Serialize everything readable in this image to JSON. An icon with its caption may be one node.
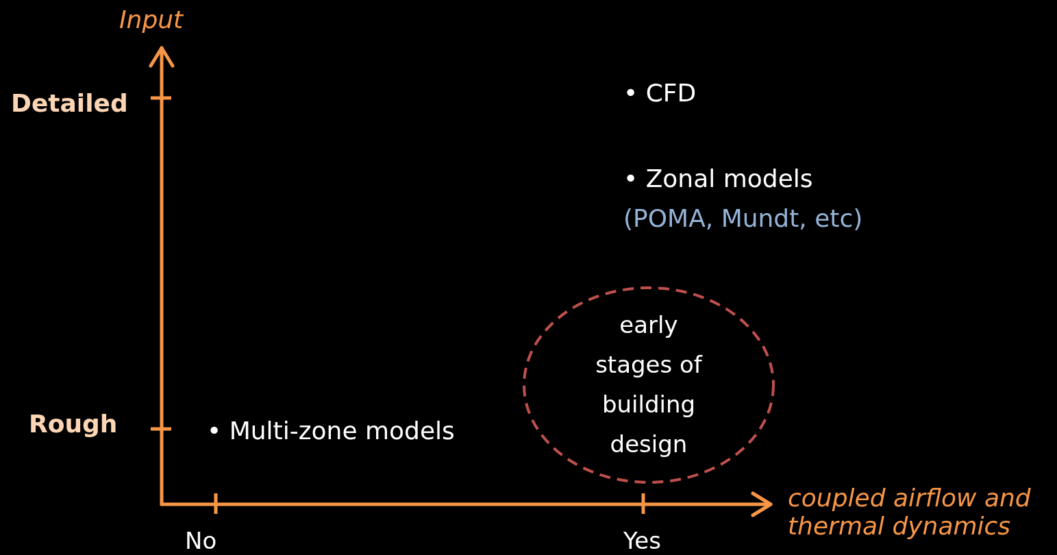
{
  "diagram": {
    "nodes": [
      {
        "text": [
          "early stages of building design"
        ]
      }
    ],
    "labels": [
      "Input",
      "Detailed",
      "• CFD",
      "• Zonal models",
      "(POMA, Mundt, etc)",
      "Rough",
      "• Multi-zone models",
      "No",
      "Yes",
      "coupled airflow and thermal dynamics"
    ]
  }
}
